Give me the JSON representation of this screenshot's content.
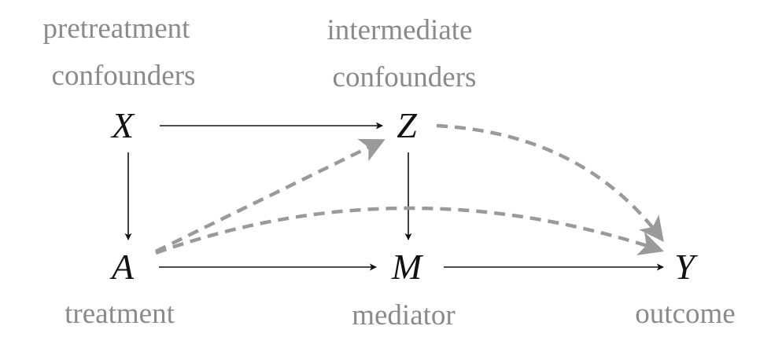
{
  "group_labels": {
    "pretreatment_line1": "pretreatment",
    "pretreatment_line2": "confounders",
    "intermediate_line1": "intermediate",
    "intermediate_line2": "confounders"
  },
  "nodes": {
    "X": "X",
    "Z": "Z",
    "A": "A",
    "M": "M",
    "Y": "Y"
  },
  "node_labels": {
    "treatment": "treatment",
    "mediator": "mediator",
    "outcome": "outcome"
  },
  "edges": [
    {
      "from": "X",
      "to": "Z",
      "style": "solid"
    },
    {
      "from": "X",
      "to": "A",
      "style": "solid"
    },
    {
      "from": "Z",
      "to": "M",
      "style": "solid"
    },
    {
      "from": "A",
      "to": "M",
      "style": "solid"
    },
    {
      "from": "M",
      "to": "Y",
      "style": "solid"
    },
    {
      "from": "A",
      "to": "Z",
      "style": "dashed"
    },
    {
      "from": "A",
      "to": "Y",
      "style": "dashed"
    },
    {
      "from": "Z",
      "to": "Y",
      "style": "dashed"
    }
  ],
  "colors": {
    "node_text": "#111111",
    "label_text": "#8a8a8a",
    "dashed_edge": "#9a9a9a",
    "solid_edge": "#111111"
  }
}
